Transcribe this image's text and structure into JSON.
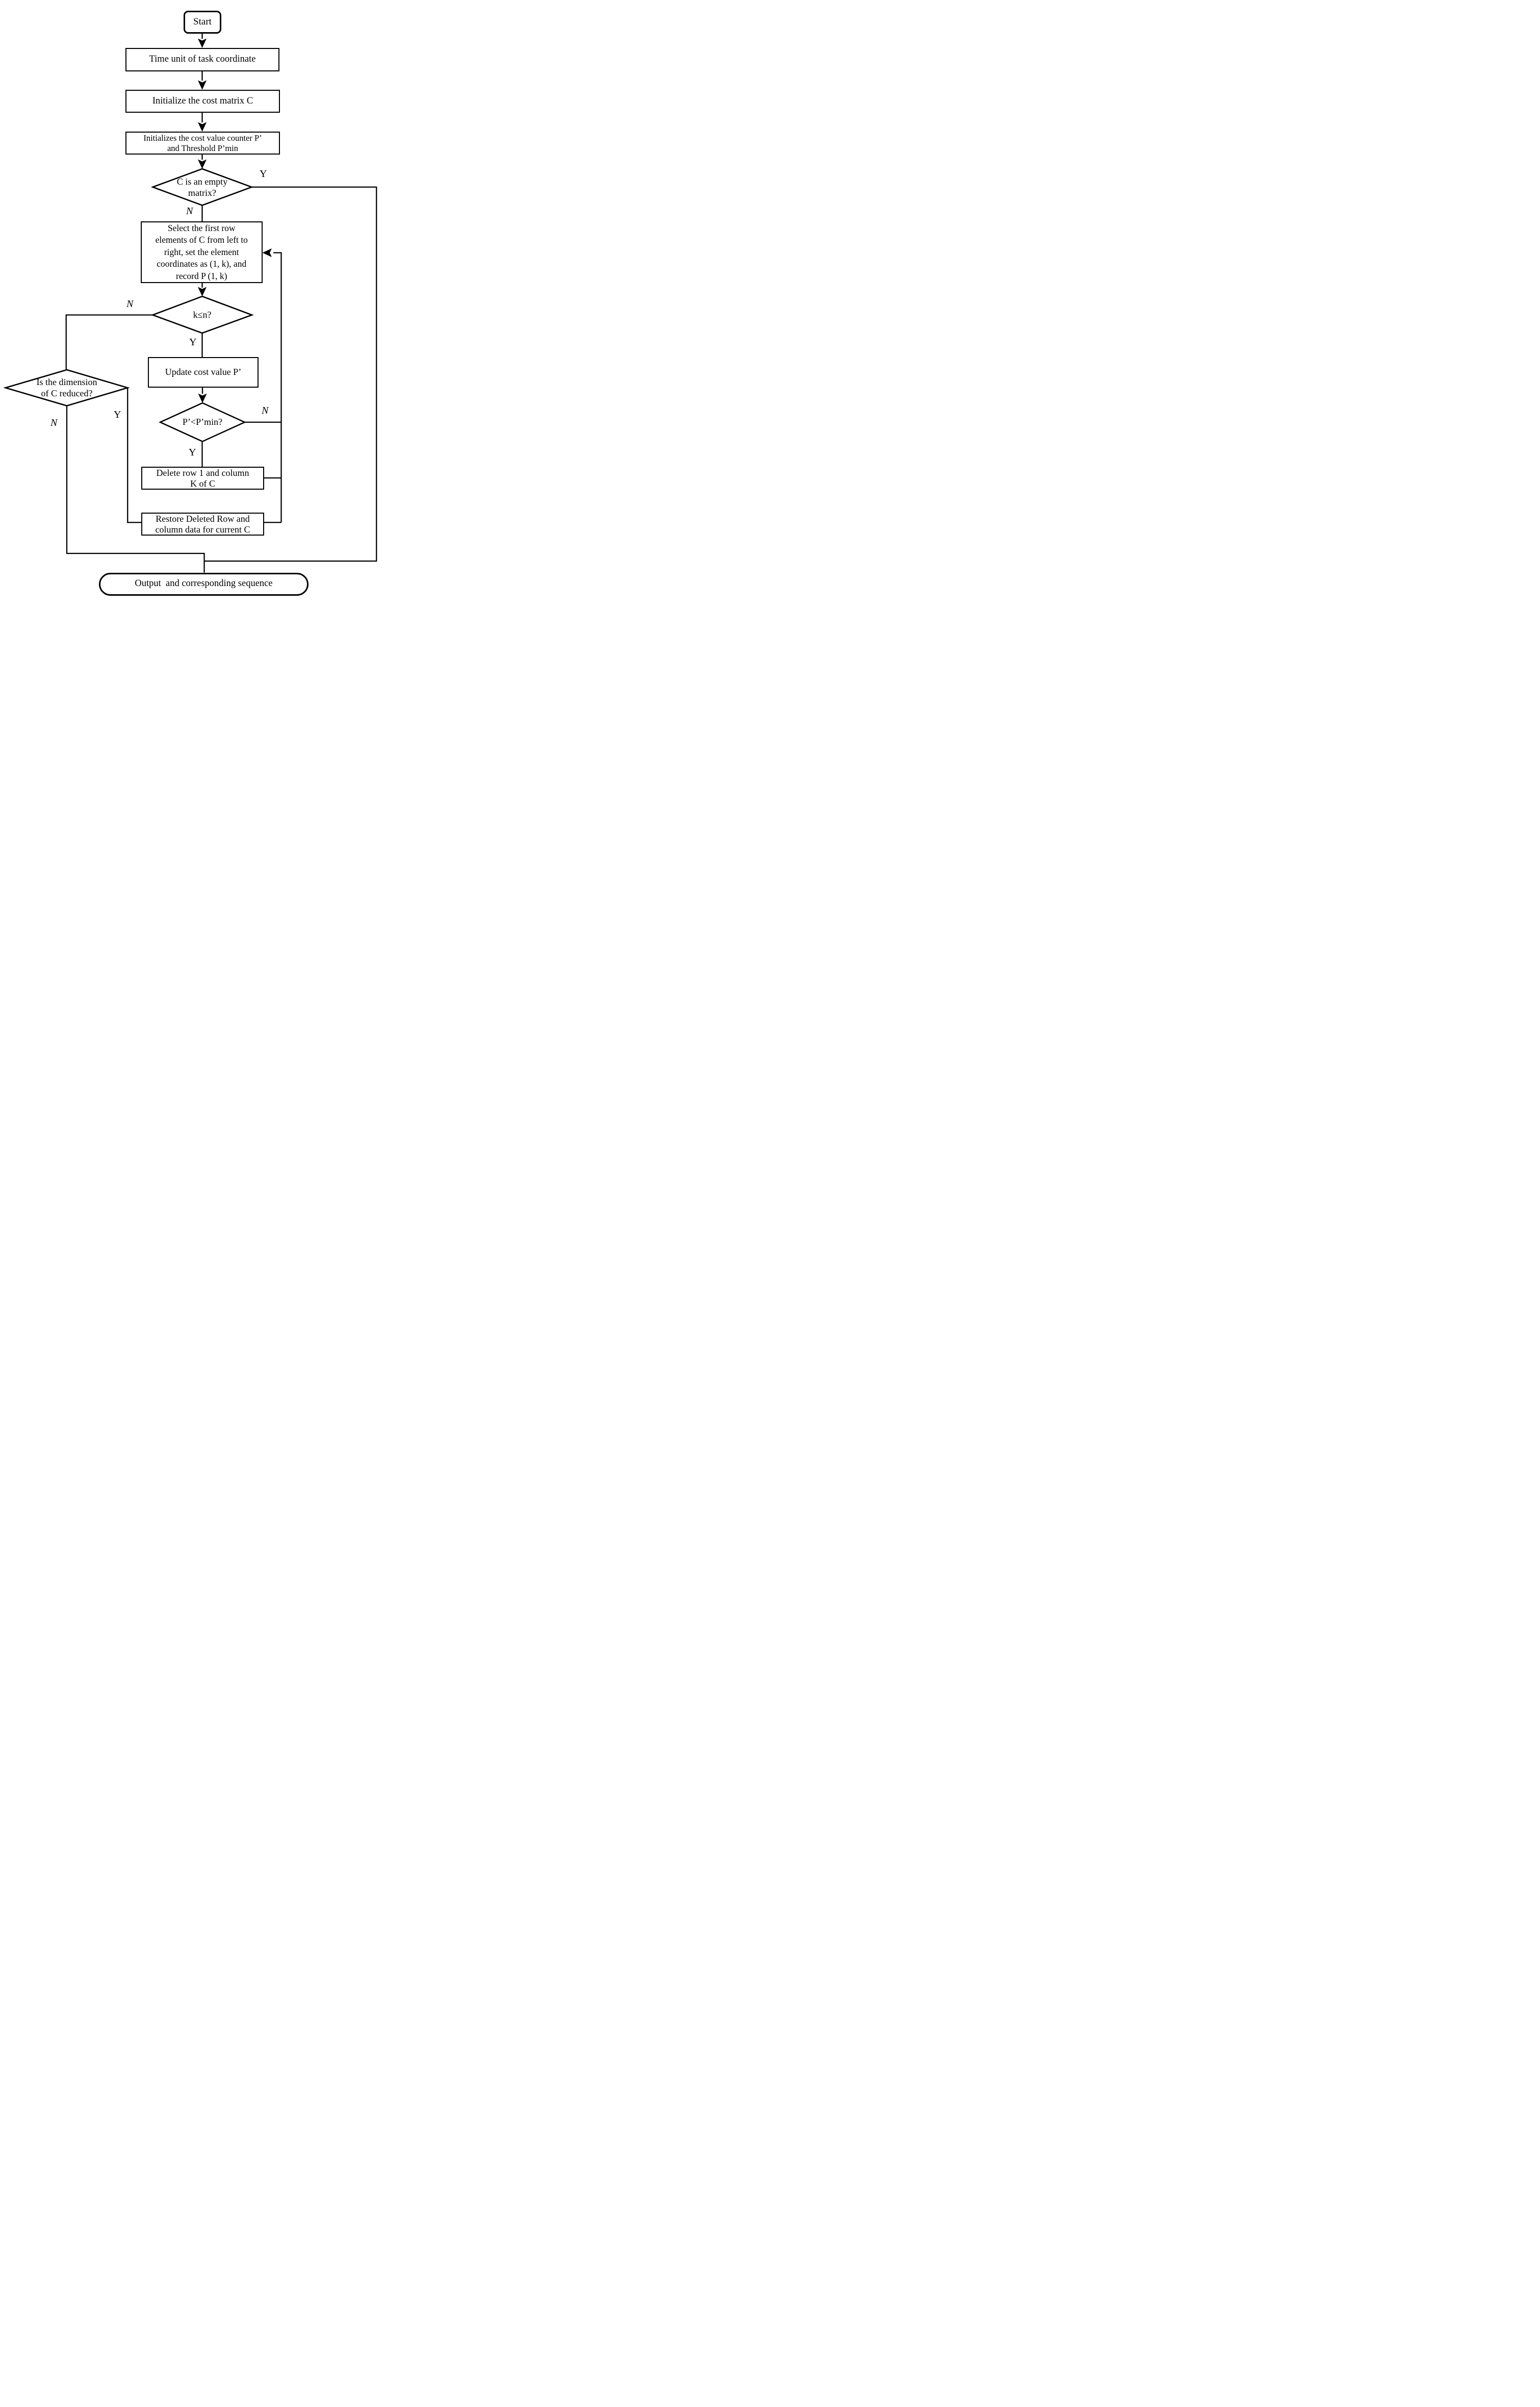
{
  "page": {
    "background": "#ffffff",
    "ink": "#000000"
  },
  "flowchart": {
    "nodes": {
      "start": {
        "label": "Start",
        "shape": "rounded-rectangle"
      },
      "time_unit": {
        "label": "Time unit of task coordinate",
        "shape": "rectangle"
      },
      "init_matrix": {
        "label": "Initialize the cost matrix C",
        "shape": "rectangle"
      },
      "init_counter": {
        "label": "Initializes the cost value counter P’\nand Threshold P’min",
        "shape": "rectangle"
      },
      "empty_matrix": {
        "label": "C is an empty\nmatrix?",
        "shape": "diamond"
      },
      "select_row": {
        "label": "Select the first row\nelements of C from left to\nright, set the element\ncoordinates as (1, k), and\nrecord P (1, k)",
        "shape": "rectangle"
      },
      "k_le_n": {
        "label": "k≤n?",
        "shape": "diamond"
      },
      "update_cost": {
        "label": "Update cost value P’",
        "shape": "rectangle"
      },
      "p_lt_pmin": {
        "label": "P’<P’min?",
        "shape": "diamond"
      },
      "delete_row": {
        "label": "Delete row 1 and column\nK of C",
        "shape": "rectangle"
      },
      "restore_row": {
        "label": "Restore Deleted Row and\ncolumn data for current C",
        "shape": "rectangle"
      },
      "dim_reduced": {
        "label": "Is the dimension\nof C reduced?",
        "shape": "diamond"
      },
      "output": {
        "label": "Output  and corresponding sequence",
        "shape": "terminator"
      }
    },
    "edge_labels": {
      "empty_matrix_yes": "Y",
      "empty_matrix_no": "N",
      "k_le_n_no": "N",
      "k_le_n_yes": "Y",
      "p_lt_pmin_no": "N",
      "p_lt_pmin_yes": "Y",
      "dim_reduced_yes": "Y",
      "dim_reduced_no": "N"
    }
  }
}
